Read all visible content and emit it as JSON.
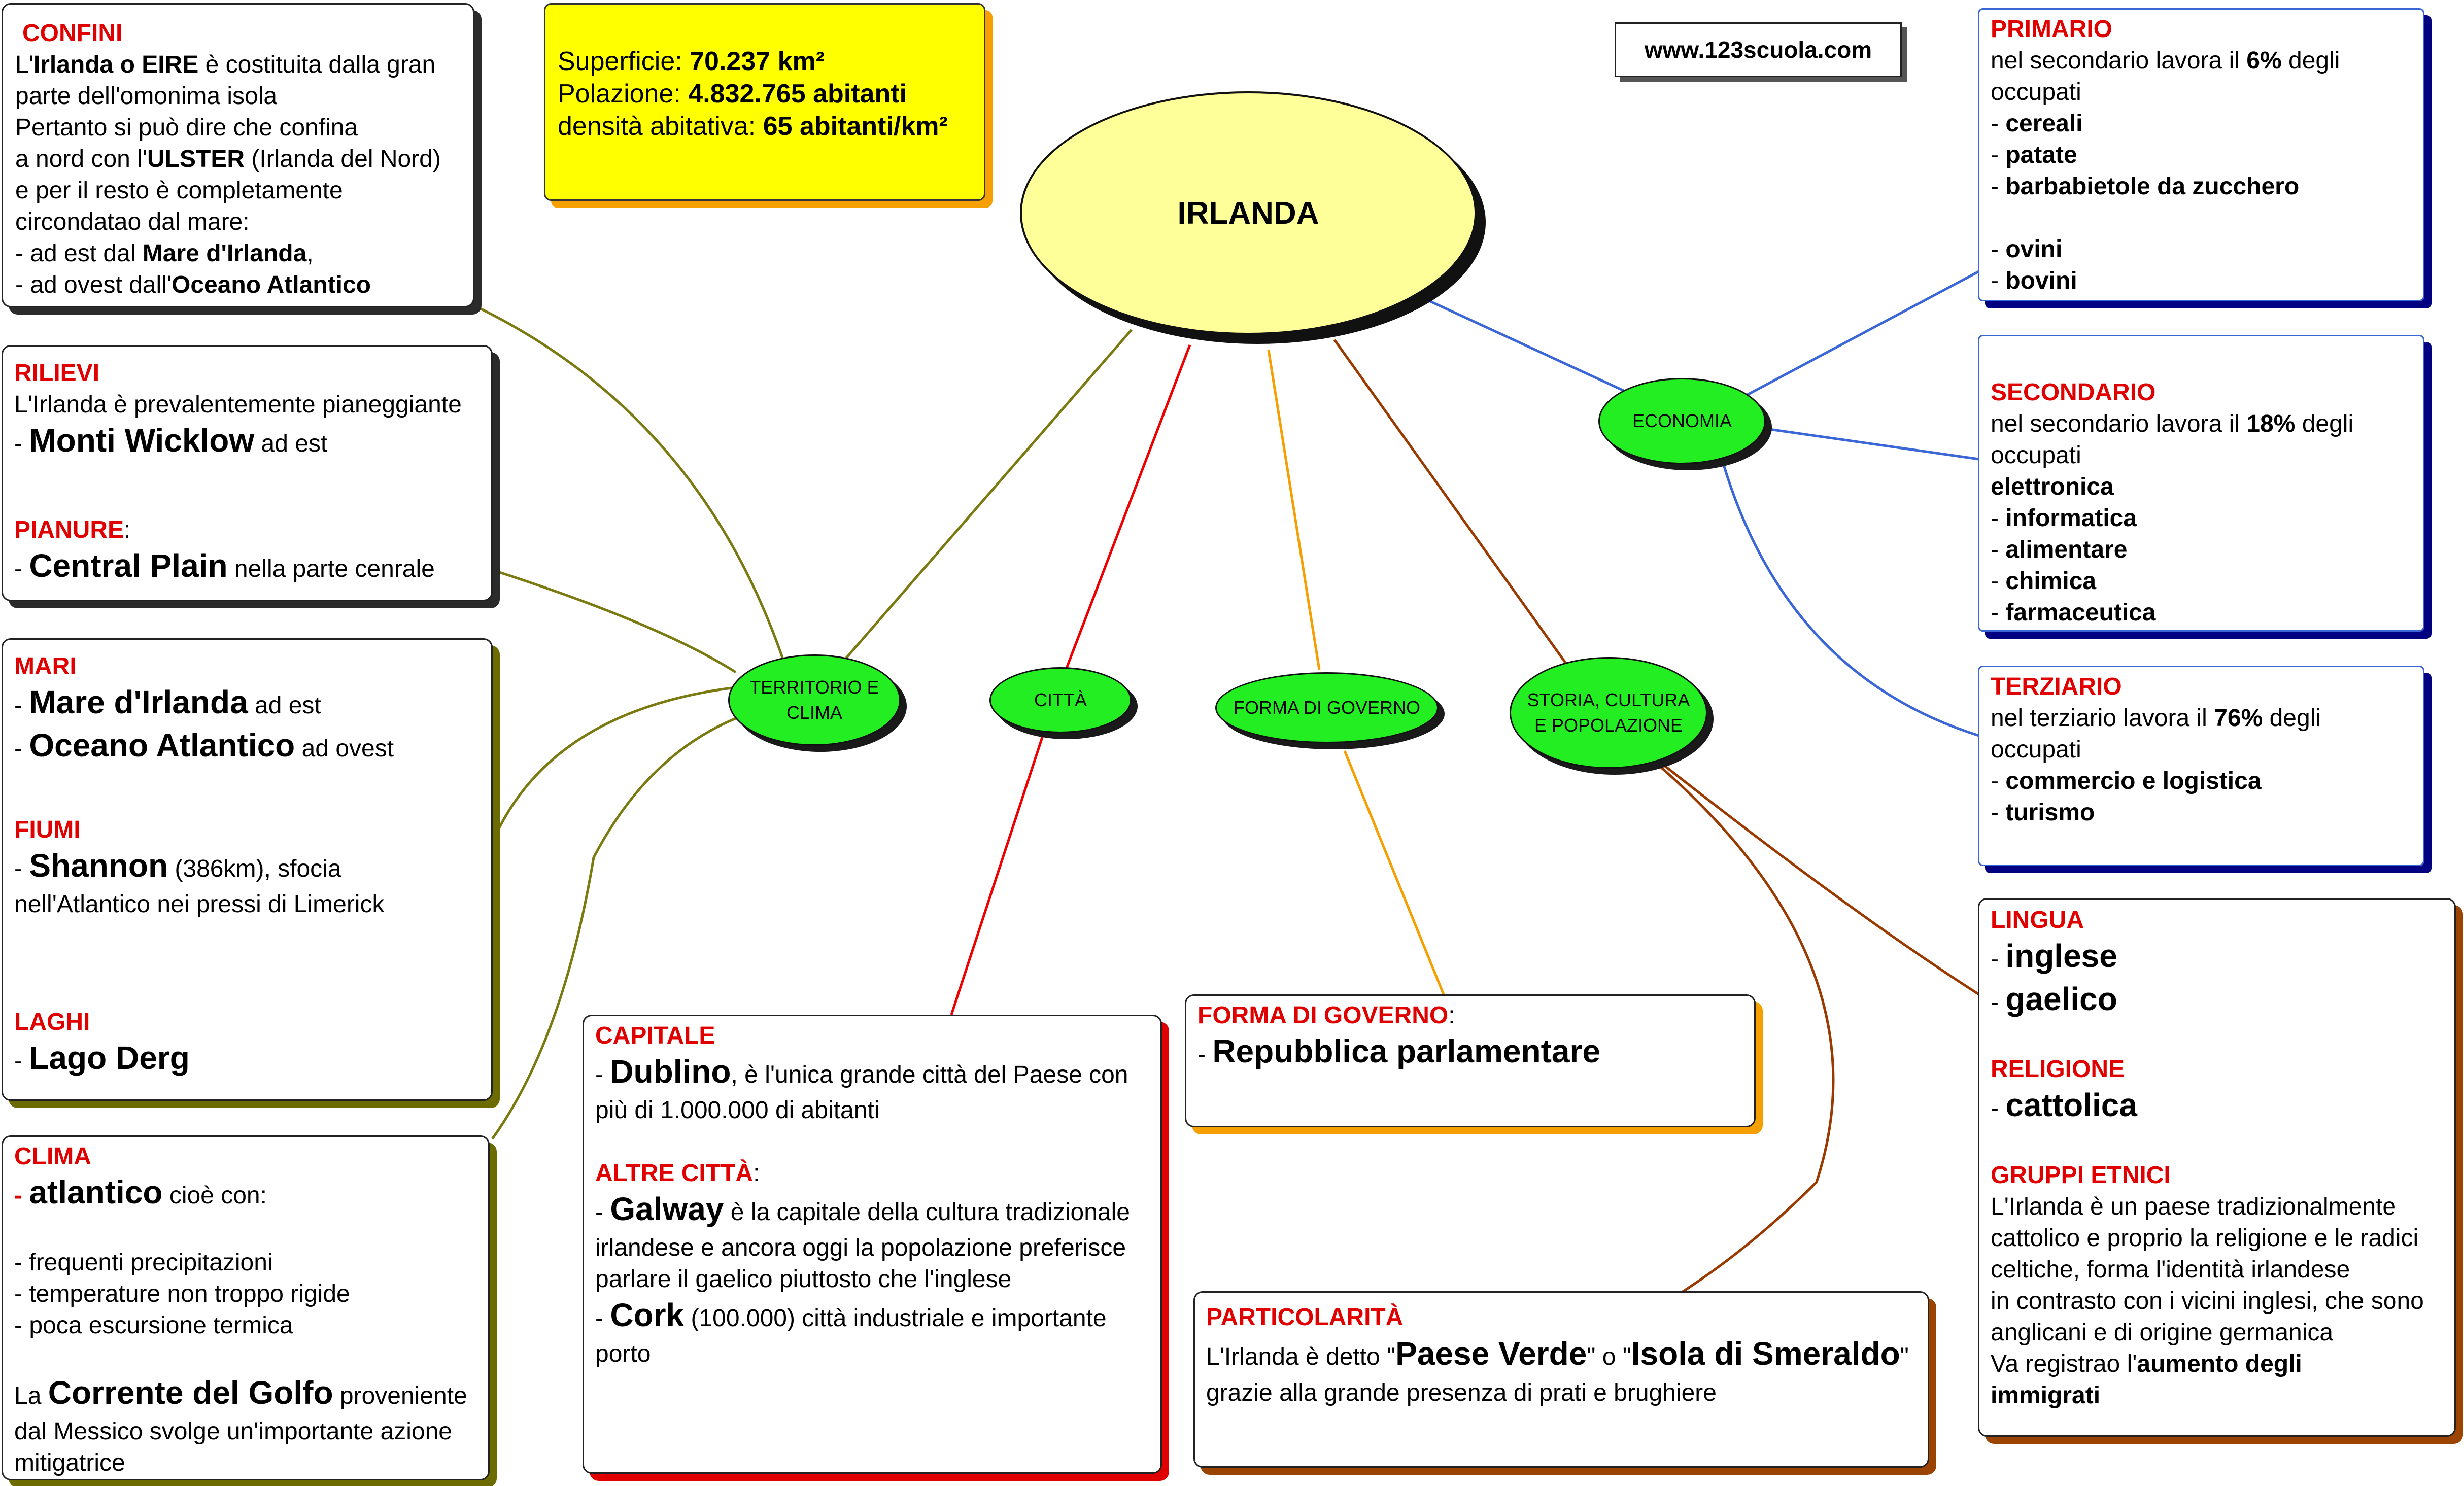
{
  "title": "IRLANDA",
  "website": "www.123scuola.com",
  "stats": {
    "superficie_label": "Superficie: ",
    "superficie_value": "70.237 km²",
    "popolazione_label": "Polazione: ",
    "popolazione_value": "4.832.765 abitanti",
    "densita_label": "densità abitativa: ",
    "densita_value": "65 abitanti/km²"
  },
  "nodes": {
    "territorio": "TERRITORIO E CLIMA",
    "citta": "CITTÀ",
    "governo": "FORMA DI GOVERNO",
    "storia": "STORIA, CULTURA E POPOLAZIONE",
    "economia": "ECONOMIA"
  },
  "confini": {
    "heading": "CONFINI",
    "l1a": "L'",
    "l1b": "Irlanda o EIRE",
    "l1c": " è costituita dalla gran",
    "l2": "parte dell'omonima isola",
    "l3": "Pertanto si può dire che confina",
    "l4a": "a nord con l'",
    "l4b": "ULSTER",
    "l4c": " (Irlanda del Nord)",
    "l5": "e per il resto è completamente",
    "l6": "circondatao dal mare:",
    "l7a": "- ad est dal ",
    "l7b": "Mare d'Irlanda",
    "l7c": ",",
    "l8a": "- ad ovest dall'",
    "l8b": "Oceano Atlantico"
  },
  "rilievi": {
    "heading": "RILIEVI",
    "l1": "L'Irlanda è prevalentemente pianeggiante",
    "l2a": "- ",
    "l2b": "Monti Wicklow",
    "l2c": " ad est",
    "pianure_heading": "PIANURE",
    "pianure_colon": ":",
    "l3a": "- ",
    "l3b": "Central Plain",
    "l3c": " nella parte cenrale"
  },
  "mari": {
    "heading": "MARI",
    "l1a": " - ",
    "l1b": "Mare d'Irlanda",
    "l1c": " ad est",
    "l2a": " - ",
    "l2b": "Oceano Atlantico",
    "l2c": " ad ovest",
    "fiumi_heading": "FIUMI",
    "l3a": "- ",
    "l3b": "Shannon",
    "l3c": " (386km), sfocia",
    "l4": "nell'Atlantico nei pressi di Limerick",
    "laghi_heading": "LAGHI",
    "l5a": "- ",
    "l5b": "Lago Derg"
  },
  "clima": {
    "heading": "CLIMA",
    "l1a": "- ",
    "l1b": "atlantico",
    "l1c": " cioè con:",
    "l2": "- frequenti precipitazioni",
    "l3": "- temperature non troppo rigide",
    "l4": "- poca escursione termica",
    "l5a": "La ",
    "l5b": "Corrente del Golfo",
    "l5c": " proveniente",
    "l6": "dal Messico svolge un'importante azione",
    "l7": "mitigatrice"
  },
  "capitale": {
    "heading": "CAPITALE",
    "l1a": "- ",
    "l1b": "Dublino",
    "l1c": ", è l'unica grande città del Paese con",
    "l2": "più di 1.000.000 di abitanti",
    "altre_heading": "ALTRE CITTÀ",
    "altre_colon": ":",
    "l3a": "- ",
    "l3b": "Galway",
    "l3c": " è la capitale della cultura tradizionale",
    "l4": "irlandese e ancora oggi la popolazione preferisce",
    "l5": "parlare il gaelico piuttosto che l'inglese",
    "l6a": "- ",
    "l6b": "Cork",
    "l6c": " (100.000) città industriale e importante",
    "l7": "porto"
  },
  "governo_box": {
    "heading": "FORMA DI GOVERNO",
    "colon": ":",
    "l1a": "- ",
    "l1b": "Repubblica parlamentare"
  },
  "particolarita": {
    "heading": "PARTICOLARITÀ",
    "l1a": "L'Irlanda è detto \"",
    "l1b": "Paese Verde",
    "l1c": "\" o \"",
    "l1d": "Isola di Smeraldo",
    "l1e": "\"",
    "l2": "grazie alla grande presenza di prati e brughiere"
  },
  "primario": {
    "heading": "PRIMARIO",
    "l1a": "nel secondario lavora il ",
    "l1b": "6%",
    "l1c": " degli",
    "l2": "occupati",
    "items": [
      "cereali",
      "patate",
      "barbabietole da zucchero"
    ],
    "items2": [
      "ovini",
      "bovini"
    ],
    "dash": "- "
  },
  "secondario": {
    "heading": "SECONDARIO",
    "l1a": "nel secondario lavora il ",
    "l1b": "18%",
    "l1c": " degli",
    "l2": "occupati",
    "first": " elettronica",
    "items": [
      "informatica",
      "alimentare",
      "chimica",
      "farmaceutica"
    ],
    "dash": "- "
  },
  "terziario": {
    "heading": "TERZIARIO",
    "l1a": "nel terziario lavora il ",
    "l1b": "76%",
    "l1c": " degli",
    "l2": "occupati",
    "items": [
      "commercio e logistica",
      "turismo"
    ],
    "dash": "- "
  },
  "lingua": {
    "heading": "LINGUA",
    "items": [
      "inglese",
      "gaelico"
    ],
    "dash": "- ",
    "religione_heading": "RELIGIONE",
    "religione": "cattolica",
    "gruppi_heading": "GRUPPI ETNICI",
    "g1": "L'Irlanda è un paese tradizionalmente",
    "g2": "cattolico e proprio la religione e le radici",
    "g3": "celtiche, forma l'identità irlandese",
    "g4": "in contrasto con i vicini inglesi, che sono",
    "g5": "anglicani e di origine germanica",
    "g6a": "Va registrao l'",
    "g6b": "aumento degli",
    "g7": "immigrati"
  },
  "colors": {
    "olive": "#7a7a10",
    "red": "#ee0000",
    "orange": "#f5a000",
    "brown": "#9a3a00",
    "blue": "#3a66d8",
    "node_green": "#22ee22",
    "oval_yellow": "#ffff99"
  }
}
